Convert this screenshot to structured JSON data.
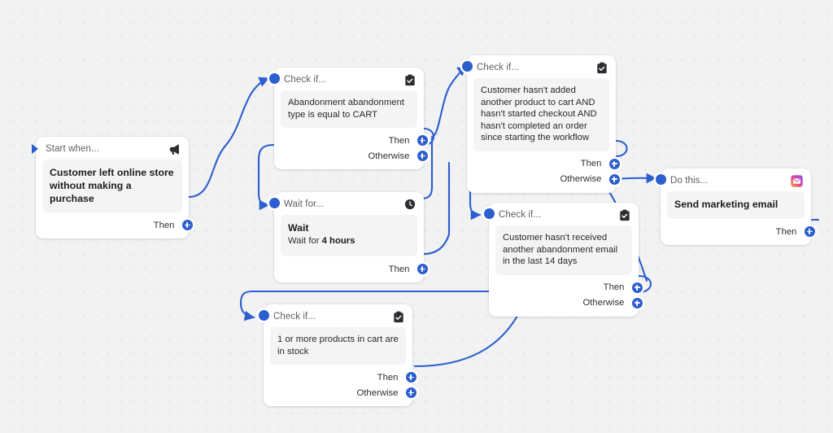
{
  "canvas": {
    "background_color": "#f2f2f3",
    "dot_color": "#e2e2e4",
    "edge_color": "#2c5ecf",
    "accent_color": "#2c5ecf"
  },
  "nodes": [
    {
      "id": "trigger",
      "kind": "trigger",
      "header": "Start when...",
      "icon": "megaphone-icon",
      "body_text": "Customer left online store without making a purchase",
      "ports": [
        "Then"
      ]
    },
    {
      "id": "condition-abandonment-type",
      "kind": "condition",
      "header": "Check if...",
      "icon": "clipboard-check-icon",
      "body_text": "Abandonment abandonment type is equal to CART",
      "ports": [
        "Then",
        "Otherwise"
      ]
    },
    {
      "id": "condition-no-activity",
      "kind": "condition",
      "header": "Check if...",
      "icon": "clipboard-check-icon",
      "body_text": "Customer hasn't added another product to cart AND hasn't started checkout AND hasn't completed an order since starting the workflow",
      "ports": [
        "Then",
        "Otherwise"
      ]
    },
    {
      "id": "wait-4-hours",
      "kind": "wait",
      "header": "Wait for...",
      "icon": "clock-icon",
      "body_title": "Wait",
      "body_sub_prefix": "Wait for ",
      "body_sub_strong": "4 hours",
      "ports": [
        "Then"
      ]
    },
    {
      "id": "condition-no-recent-email",
      "kind": "condition",
      "header": "Check if...",
      "icon": "clipboard-check-icon",
      "body_text": "Customer hasn't received another abandonment email in the last 14 days",
      "ports": [
        "Then",
        "Otherwise"
      ]
    },
    {
      "id": "condition-in-stock",
      "kind": "condition",
      "header": "Check if...",
      "icon": "clipboard-check-icon",
      "body_text": "1 or more products in cart are in stock",
      "ports": [
        "Then",
        "Otherwise"
      ]
    },
    {
      "id": "action-send-email",
      "kind": "action",
      "header": "Do this...",
      "icon": "email-app-icon",
      "body_title": "Send marketing email",
      "ports": [
        "Then"
      ]
    }
  ]
}
